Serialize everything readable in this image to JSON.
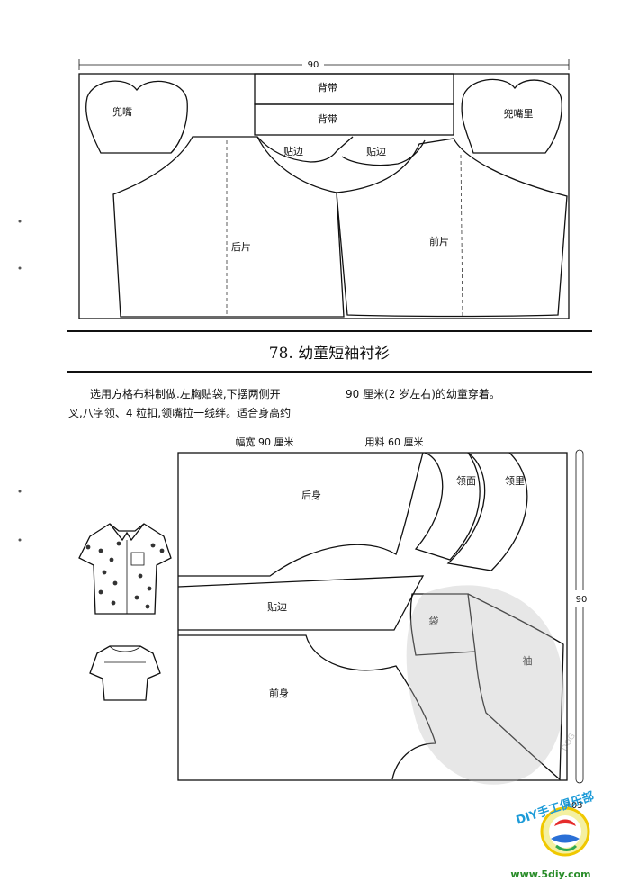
{
  "top_diagram": {
    "width_label": "90",
    "labels": {
      "pocket_flap": "兜嘴",
      "strap_1": "背带",
      "strap_2": "背带",
      "pocket_flap_lining": "兜嘴里",
      "facing_left": "贴边",
      "facing_right": "贴边",
      "back_piece": "后片",
      "front_piece": "前片"
    }
  },
  "section": {
    "title": "78. 幼童短袖衬衫"
  },
  "description": {
    "line1": "选用方格布料制做.左胸贴袋,下摆两侧开",
    "line2": "叉,八字领、4 粒扣,领嘴拉一线绊。适合身高约",
    "line3": "90 厘米(2 岁左右)的幼童穿着。"
  },
  "bottom_diagram": {
    "fabric_width": "幅宽 90 厘米",
    "fabric_usage": "用料 60 厘米",
    "height_label": "90",
    "labels": {
      "back_body": "后身",
      "collar_face": "领面",
      "collar_lining": "领里",
      "facing": "贴边",
      "pocket": "袋",
      "sleeve": "袖",
      "front_body": "前身"
    }
  },
  "page_number": "103",
  "watermark": {
    "brand_text": "DIY手工俱乐部",
    "url_text": "www.5diy.com",
    "stamp_text": "DOG"
  }
}
